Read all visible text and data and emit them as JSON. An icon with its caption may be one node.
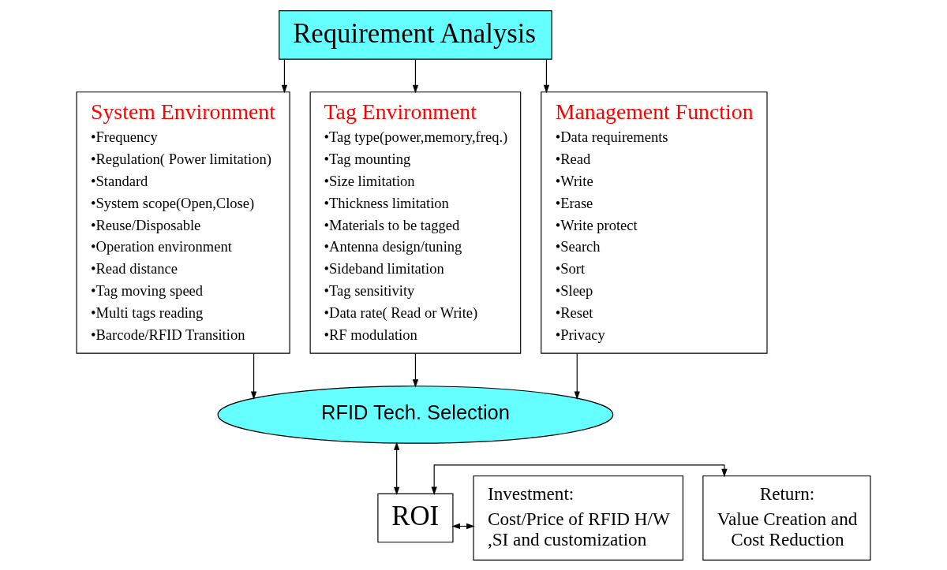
{
  "diagram": {
    "nodes": [
      {
        "text": [
          "Requirement Analysis"
        ]
      },
      {
        "text": [
          "System Environment",
          "•Frequency",
          "•Regulation( Power limitation)",
          "•Standard",
          "•System scope(Open,Close)",
          "•Reuse/Disposable",
          "•Operation environment",
          "•Read distance",
          "•Tag moving speed",
          "•Multi tags reading",
          "•Barcode/RFID Transition"
        ]
      },
      {
        "text": [
          "Tag Environment",
          "•Tag type(power,memory,freq.)",
          "•Tag mounting",
          "•Size limitation",
          "•Thickness limitation",
          "•Materials to be tagged",
          "•Antenna design/tuning",
          "•Sideband limitation",
          "•Tag sensitivity",
          "•Data rate( Read or Write)",
          "•RF modulation"
        ]
      },
      {
        "text": [
          "Management Function",
          "•Data requirements",
          "•Read",
          "•Write",
          "•Erase",
          "•Write protect",
          "•Search",
          "•Sort",
          "•Sleep",
          "•Reset",
          "•Privacy"
        ]
      },
      {
        "text": [
          "RFID Tech. Selection"
        ]
      },
      {
        "text": [
          "Return:",
          "Value Creation and Cost Reduction"
        ]
      },
      {
        "text": [
          "ROI"
        ]
      },
      {
        "text": [
          "Investment:",
          "Cost/Price of RFID H/W ,SI and customization"
        ]
      }
    ],
    "edges": [
      {
        "from": 0,
        "to": 1,
        "arrow": "to"
      },
      {
        "from": 0,
        "to": 2,
        "arrow": "to"
      },
      {
        "from": 0,
        "to": 3,
        "arrow": "to"
      },
      {
        "from": 1,
        "to": 4,
        "arrow": "to"
      },
      {
        "from": 2,
        "to": 4,
        "arrow": "to"
      },
      {
        "from": 3,
        "to": 4,
        "arrow": "to"
      },
      {
        "from": 4,
        "to": 6,
        "arrow": "both"
      },
      {
        "from": 6,
        "to": 5,
        "arrow": "both"
      },
      {
        "from": 6,
        "to": 7,
        "arrow": "both"
      }
    ]
  }
}
